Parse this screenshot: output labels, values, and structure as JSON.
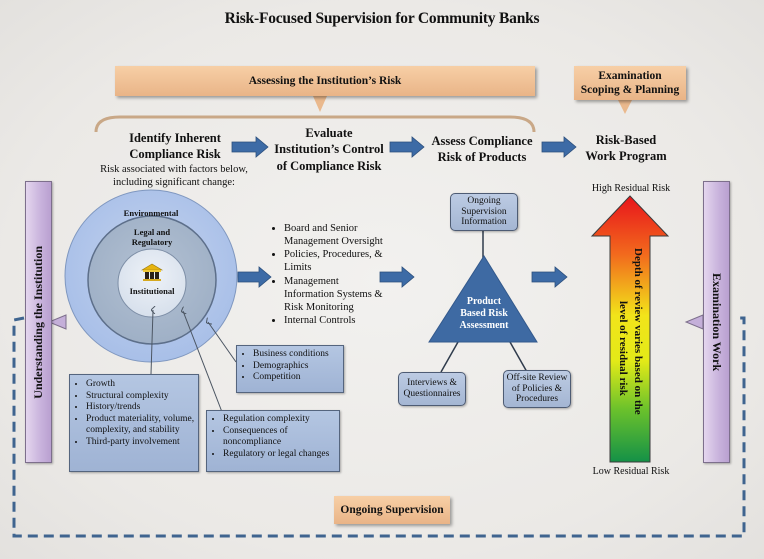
{
  "title": "Risk-Focused Supervision for Community Banks",
  "callouts": {
    "assessing": "Assessing  the Institution’s Risk",
    "scoping_line1": "Examination",
    "scoping_line2": "Scoping & Planning",
    "ongoing": "Ongoing Supervision"
  },
  "steps": {
    "identify": [
      "Identify Inherent",
      "Compliance Risk"
    ],
    "evaluate": [
      "Evaluate",
      "Institution’s Control",
      "of Compliance Risk"
    ],
    "assess": [
      "Assess  Compliance",
      "Risk of Products"
    ],
    "workprogram": [
      "Risk-Based",
      "Work Program"
    ]
  },
  "risk_note": [
    "Risk associated with factors below,",
    "including significant change:"
  ],
  "circles": {
    "outer": "Environmental",
    "middle": [
      "Legal and",
      "Regulatory"
    ],
    "inner": "Institutional"
  },
  "controls": [
    "Board and Senior Management Oversight",
    "Policies, Procedures, & Limits",
    "Management Information Systems & Risk Monitoring",
    "Internal Controls"
  ],
  "institutional_factors": [
    "Growth",
    "Structural complexity",
    "History/trends",
    "Product materiality, volume, complexity, and stability",
    "Third-party involvement"
  ],
  "environmental_factors": [
    "Business conditions",
    "Demographics",
    "Competition"
  ],
  "regulatory_factors": [
    "Regulation complexity",
    "Consequences of noncompliance",
    "Regulatory or legal changes"
  ],
  "triangle": {
    "label": [
      "Product",
      "Based Risk",
      "Assessment"
    ],
    "top_box": [
      "Ongoing",
      "Supervision",
      "Information"
    ],
    "left_box": [
      "Interviews &",
      "Questionnaires"
    ],
    "right_box": [
      "Off-site Review",
      "of Policies &",
      "Procedures"
    ]
  },
  "risk_arrow": {
    "high": "High Residual Risk",
    "low": "Low Residual Risk",
    "text": [
      "Depth of review varies based on the",
      "level of residual risk"
    ]
  },
  "side_bars": {
    "left": "Understanding the Institution",
    "right": "Examination Work"
  },
  "colors": {
    "callout": "#efc197",
    "arrow_blue": "#3d6ba6",
    "box_blue": "#a9bcd9",
    "purple": "#cdb8df",
    "dashed": "#3f648f",
    "triangle": "#3e6aa3"
  }
}
